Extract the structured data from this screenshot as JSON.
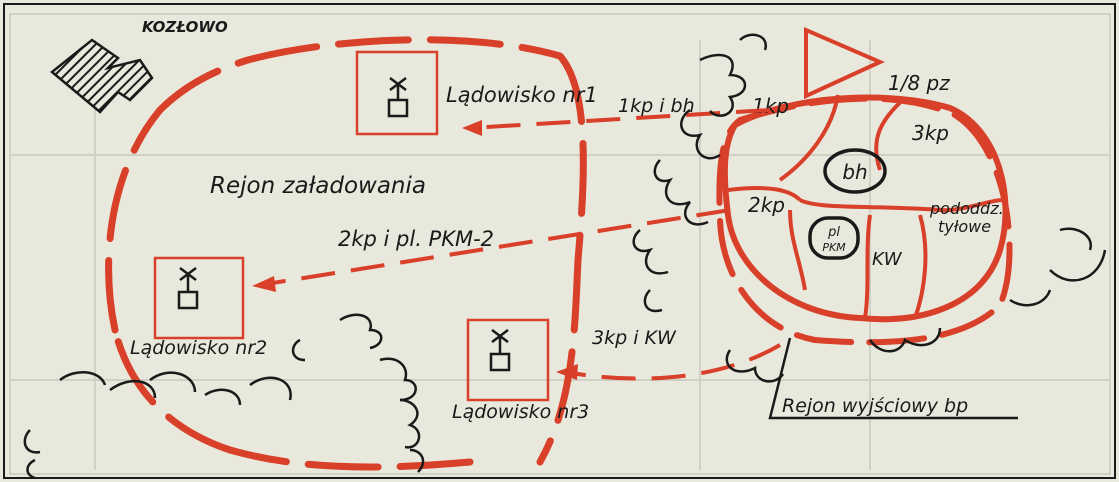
{
  "colors": {
    "background": "#e9e8dc",
    "ink": "#1a1a1a",
    "route_red": "#d8402a",
    "ghost_table": "#c7c6ba"
  },
  "village": {
    "name": "KOZŁOWO"
  },
  "zone_loading": {
    "label": "Rejon załadowania"
  },
  "zone_exit": {
    "label": "Rejon wyjściowy bp"
  },
  "landing_sites": [
    {
      "label": "Lądowisko nr1",
      "icon": "helipad-icon"
    },
    {
      "label": "Lądowisko nr2",
      "icon": "helipad-icon"
    },
    {
      "label": "Lądowisko nr3",
      "icon": "helipad-icon"
    }
  ],
  "routes": [
    {
      "label": "1kp i bh",
      "to": "Lądowisko nr1"
    },
    {
      "label": "2kp i pl. PKM-2",
      "to": "Lądowisko nr2"
    },
    {
      "label": "3kp i KW",
      "to": "Lądowisko nr3"
    }
  ],
  "units": {
    "flag": "1/8 pz",
    "kp1": "1kp",
    "kp2": "2kp",
    "kp3": "3kp",
    "bh": "bh",
    "pl_line1": "pl",
    "pl_line2": "PKM",
    "kw": "KW",
    "support_line1": "pododdz.",
    "support_line2": "tyłowe"
  }
}
